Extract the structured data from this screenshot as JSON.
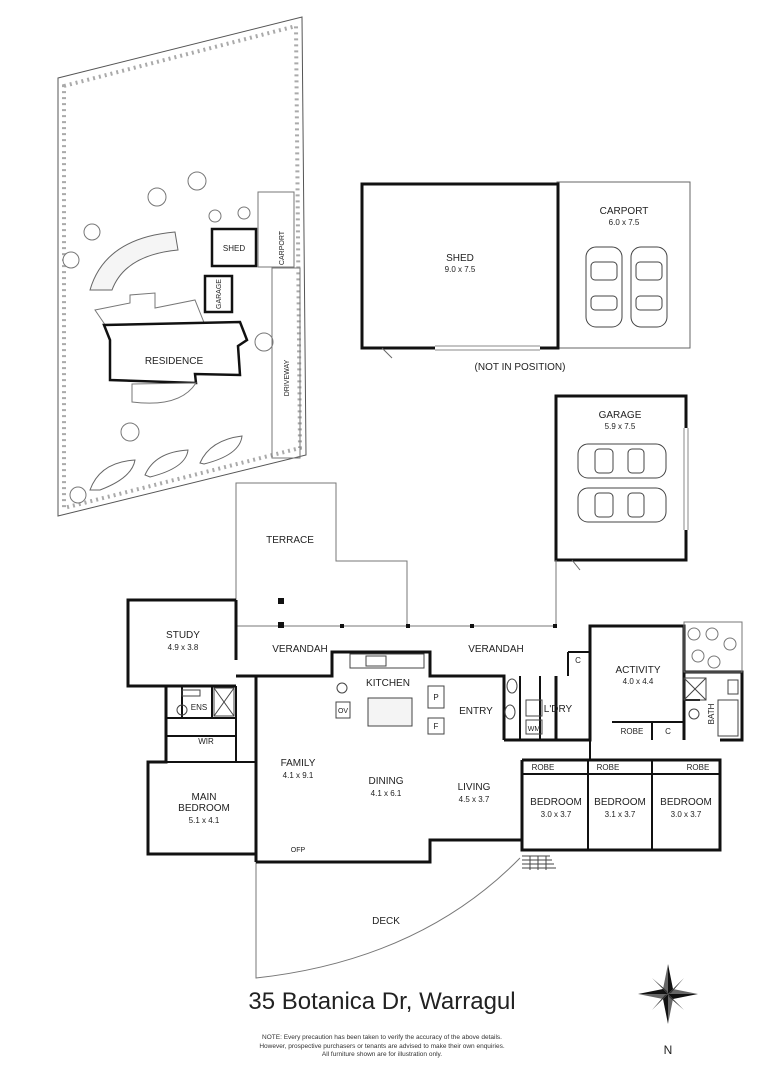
{
  "site_plan": {
    "residence_label": "RESIDENCE",
    "shed_label": "SHED",
    "carport_label": "CARPORT",
    "garage_label": "GARAGE",
    "driveway_label": "DRIVEWAY"
  },
  "outbuildings": {
    "shed_name": "SHED",
    "shed_dim": "9.0 x 7.5",
    "carport_name": "CARPORT",
    "carport_dim": "6.0 x 7.5",
    "not_in_position": "(NOT IN POSITION)",
    "garage_name": "GARAGE",
    "garage_dim": "5.9 x 7.5"
  },
  "rooms": {
    "terrace": "TERRACE",
    "verandah_left": "VERANDAH",
    "verandah_right": "VERANDAH",
    "study_name": "STUDY",
    "study_dim": "4.9 x 3.8",
    "kitchen": "KITCHEN",
    "ens": "ENS",
    "wir": "WIR",
    "entry": "ENTRY",
    "laundry": "L'DRY",
    "activity_name": "ACTIVITY",
    "activity_dim": "4.0 x 4.4",
    "bath": "BATH",
    "family_name": "FAMILY",
    "family_dim": "4.1 x 9.1",
    "dining_name": "DINING",
    "dining_dim": "4.1 x 6.1",
    "living_name": "LIVING",
    "living_dim": "4.5 x 3.7",
    "main_bedroom_name_1": "MAIN",
    "main_bedroom_name_2": "BEDROOM",
    "main_bedroom_dim": "5.1 x 4.1",
    "bed1_name": "BEDROOM",
    "bed1_dim": "3.0 x 3.7",
    "bed2_name": "BEDROOM",
    "bed2_dim": "3.1 x 3.7",
    "bed3_name": "BEDROOM",
    "bed3_dim": "3.0 x 3.7",
    "robe": "ROBE",
    "c": "C",
    "p": "P",
    "f": "F",
    "ov": "OV",
    "wm": "WM",
    "ofp": "OFP",
    "deck": "DECK"
  },
  "footer": {
    "address": "35 Botanica Dr, Warragul",
    "note_line1": "NOTE: Every precaution has been taken to verify the accuracy of the above details.",
    "note_line2": "However, prospective purchasers or tenants are advised to make their own enquiries.",
    "note_line3": "All furniture shown are for illustration only.",
    "north": "N"
  }
}
